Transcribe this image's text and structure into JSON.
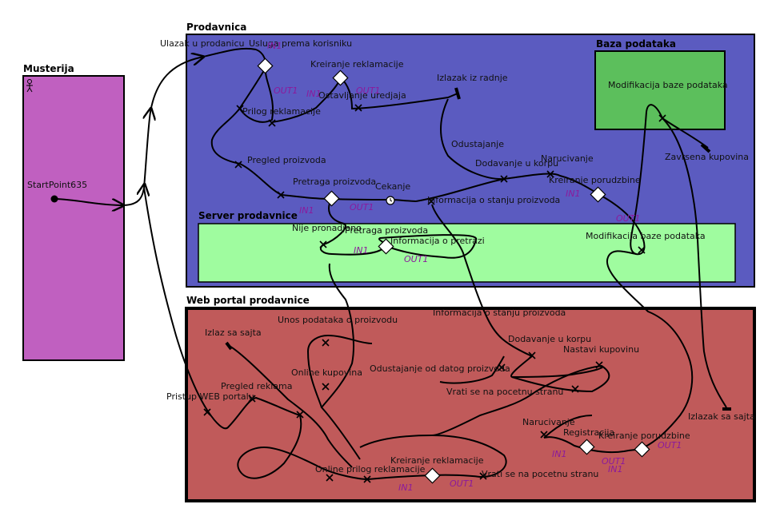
{
  "colors": {
    "musterija": "#c060c0",
    "prodavnica": "#5b5bc0",
    "baza": "#5cbf5c",
    "server": "#9ffc9f",
    "webportal": "#c05a5a"
  },
  "swimlanes": {
    "musterija": "Musterija",
    "prodavnica": "Prodavnica",
    "baza": "Baza podataka",
    "server": "Server prodavnice",
    "webportal": "Web portal prodavnice"
  },
  "actor_icon": "stick-figure-icon",
  "start_point": "StartPoint635",
  "labels": {
    "ulazak": "Ulazak u prodanicu",
    "usluga": "Usluga prema korisniku",
    "kreiranje_reklamacije": "Kreiranje reklamacije",
    "ostavljanje": "Ostavljanje uredjaja",
    "izlazak_radnje": "Izlazak iz radnje",
    "prilog_reklamacije": "Prilog reklamacije",
    "pregled_proizvoda": "Pregled proizvoda",
    "pretraga_proizvoda": "Pretraga proizvoda",
    "cekanje": "Cekanje",
    "odustajanje": "Odustajanje",
    "dodavanje_korpu": "Dodavanje u korpu",
    "narucivanje": "Narucivanje",
    "kreiranje_porudzbine": "Kreiranje porudzbine",
    "informacija_stanju": "Informacija o stanju proizvoda",
    "modifikacija_baze": "Modifikacija baze podataka",
    "zavrsena_kupovina": "Zavrsena kupovina",
    "nije_pronadjeno": "Nije pronadjeno",
    "srv_pretraga": "Pretraga proizvoda",
    "informacija_pretrazi": "Informacija o pretrazi",
    "srv_modifikacija": "Modifikacija baze podataka",
    "web_info_stanju": "Informacija o stanju proizvoda",
    "unos_podataka": "Unos podataka o proizvodu",
    "izlaz_sajta": "Izlaz sa sajta",
    "web_dodavanje": "Dodavanje u korpu",
    "nastavi_kupovinu": "Nastavi kupovinu",
    "online_kupovina": "Online kupovina",
    "odustajanje_proizvoda": "Odustajanje od datog proizvoda",
    "pregled_reklama": "Pregled reklama",
    "pristup_portalu": "Pristup WEB portalu",
    "vrati_pocetnu_1": "Vrati se na pocetnu stranu",
    "web_narucivanje": "Narucivanje",
    "registracija": "Registracija",
    "web_kreiranje_porudzbine": "Kreiranje porudzbine",
    "izlazak_sajta": "Izlazak sa sajta",
    "web_kreiranje_reklamacije": "Kreiranje reklamacije",
    "online_prilog": "Online prilog reklamacije",
    "vrati_pocetnu_2": "Vrati se na pocetnu stranu"
  },
  "ports": {
    "in1": "IN1",
    "out1": "OUT1"
  }
}
